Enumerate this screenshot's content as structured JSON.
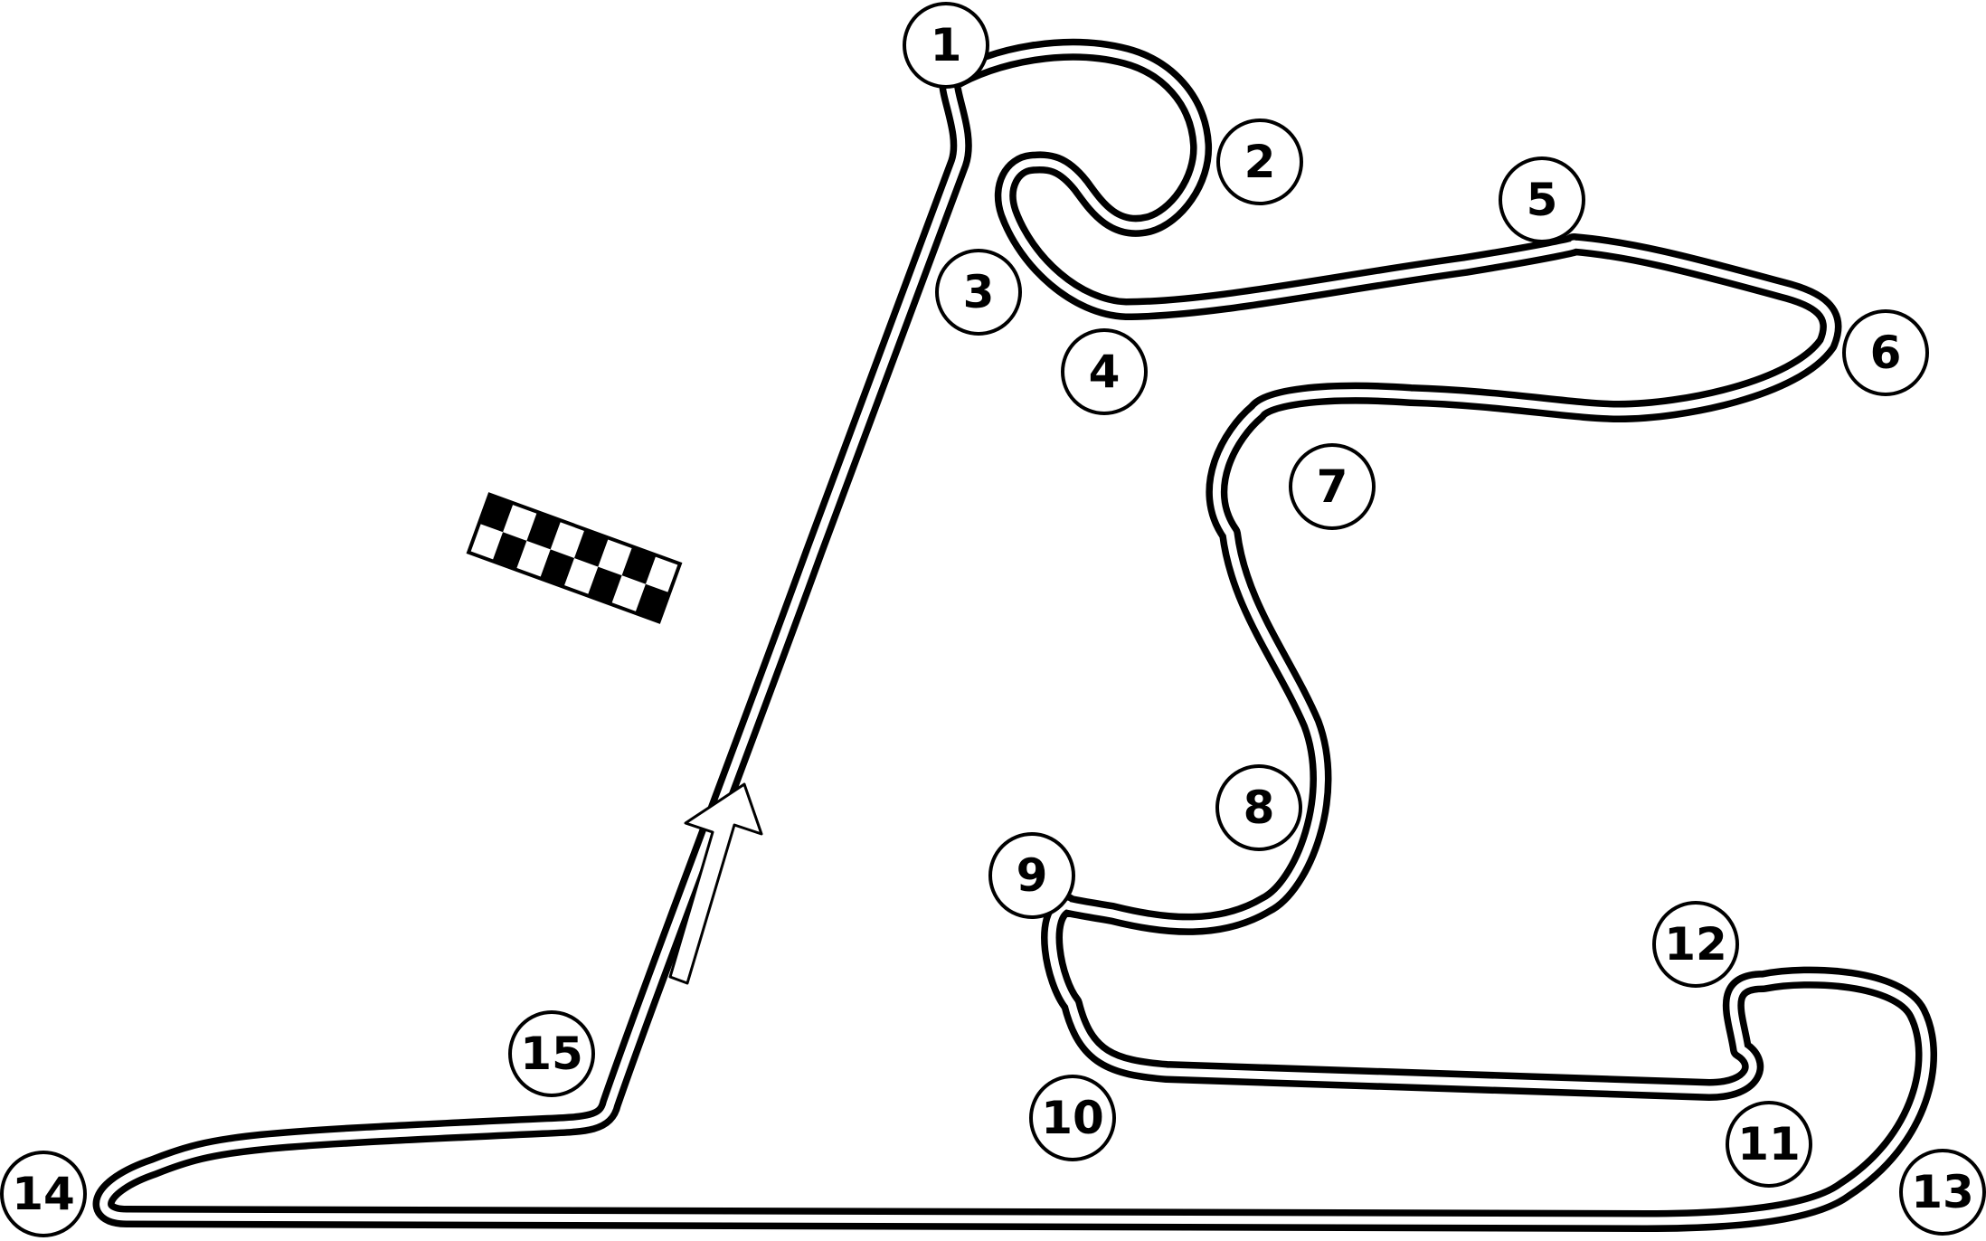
{
  "circuit": {
    "colors": {
      "track": "#000000",
      "surface": "#ffffff",
      "background": "#ffffff"
    },
    "turns": [
      {
        "number": "1"
      },
      {
        "number": "2"
      },
      {
        "number": "3"
      },
      {
        "number": "4"
      },
      {
        "number": "5"
      },
      {
        "number": "6"
      },
      {
        "number": "7"
      },
      {
        "number": "8"
      },
      {
        "number": "9"
      },
      {
        "number": "10"
      },
      {
        "number": "11"
      },
      {
        "number": "12"
      },
      {
        "number": "13"
      },
      {
        "number": "14"
      },
      {
        "number": "15"
      }
    ],
    "start_finish": {
      "icon": "checkered-flag-icon"
    },
    "direction": {
      "icon": "arrow-up-icon"
    }
  }
}
